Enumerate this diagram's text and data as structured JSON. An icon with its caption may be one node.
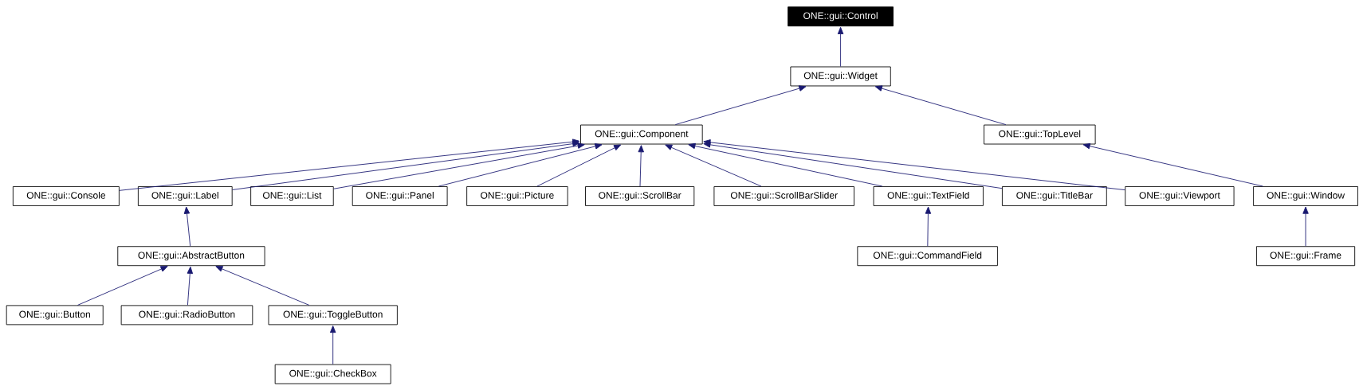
{
  "diagram": {
    "nodes": [
      {
        "text": [
          "ONE::gui::Control"
        ]
      },
      {
        "text": [
          "ONE::gui::Widget"
        ]
      },
      {
        "text": [
          "ONE::gui::Component"
        ]
      },
      {
        "text": [
          "ONE::gui::TopLevel"
        ]
      },
      {
        "text": [
          "ONE::gui::Console"
        ]
      },
      {
        "text": [
          "ONE::gui::Label"
        ]
      },
      {
        "text": [
          "ONE::gui::List"
        ]
      },
      {
        "text": [
          "ONE::gui::Panel"
        ]
      },
      {
        "text": [
          "ONE::gui::Picture"
        ]
      },
      {
        "text": [
          "ONE::gui::ScrollBar"
        ]
      },
      {
        "text": [
          "ONE::gui::ScrollBarSlider"
        ]
      },
      {
        "text": [
          "ONE::gui::TextField"
        ]
      },
      {
        "text": [
          "ONE::gui::TitleBar"
        ]
      },
      {
        "text": [
          "ONE::gui::Viewport"
        ]
      },
      {
        "text": [
          "ONE::gui::Window"
        ]
      },
      {
        "text": [
          "ONE::gui::AbstractButton"
        ]
      },
      {
        "text": [
          "ONE::gui::CommandField"
        ]
      },
      {
        "text": [
          "ONE::gui::Frame"
        ]
      },
      {
        "text": [
          "ONE::gui::Button"
        ]
      },
      {
        "text": [
          "ONE::gui::RadioButton"
        ]
      },
      {
        "text": [
          "ONE::gui::ToggleButton"
        ]
      },
      {
        "text": [
          "ONE::gui::CheckBox"
        ]
      }
    ],
    "edges": [
      {
        "from": 1,
        "to": 0,
        "arrow": "to"
      },
      {
        "from": 2,
        "to": 1,
        "arrow": "to"
      },
      {
        "from": 3,
        "to": 1,
        "arrow": "to"
      },
      {
        "from": 4,
        "to": 2,
        "arrow": "to"
      },
      {
        "from": 5,
        "to": 2,
        "arrow": "to"
      },
      {
        "from": 6,
        "to": 2,
        "arrow": "to"
      },
      {
        "from": 7,
        "to": 2,
        "arrow": "to"
      },
      {
        "from": 8,
        "to": 2,
        "arrow": "to"
      },
      {
        "from": 9,
        "to": 2,
        "arrow": "to"
      },
      {
        "from": 10,
        "to": 2,
        "arrow": "to"
      },
      {
        "from": 11,
        "to": 2,
        "arrow": "to"
      },
      {
        "from": 12,
        "to": 2,
        "arrow": "to"
      },
      {
        "from": 13,
        "to": 2,
        "arrow": "to"
      },
      {
        "from": 14,
        "to": 3,
        "arrow": "to"
      },
      {
        "from": 15,
        "to": 5,
        "arrow": "to"
      },
      {
        "from": 16,
        "to": 11,
        "arrow": "to"
      },
      {
        "from": 17,
        "to": 14,
        "arrow": "to"
      },
      {
        "from": 18,
        "to": 15,
        "arrow": "to"
      },
      {
        "from": 19,
        "to": 15,
        "arrow": "to"
      },
      {
        "from": 20,
        "to": 15,
        "arrow": "to"
      },
      {
        "from": 21,
        "to": 20,
        "arrow": "to"
      }
    ]
  }
}
